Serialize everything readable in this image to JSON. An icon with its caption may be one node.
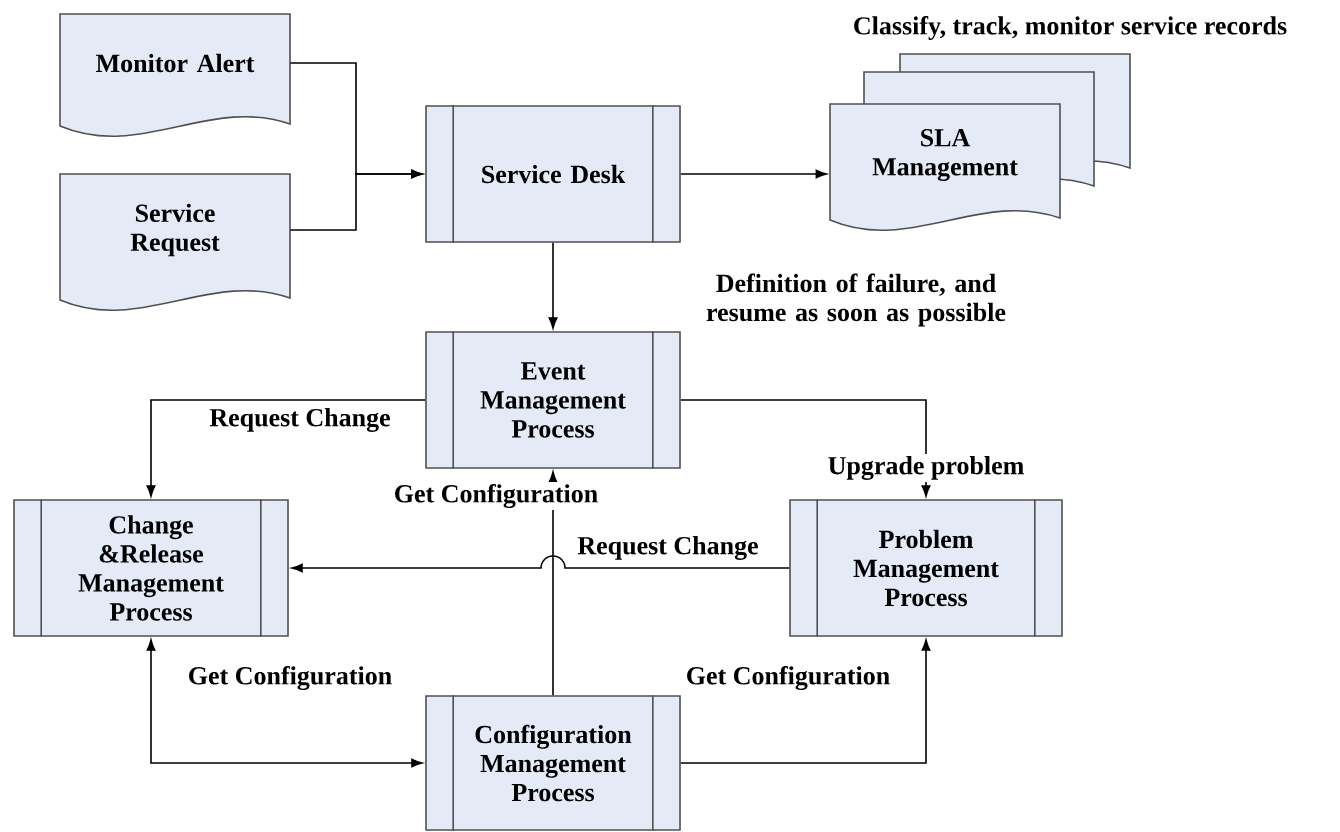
{
  "diagram": {
    "nodes": [
      {
        "text": [
          "Monitor Alert"
        ]
      },
      {
        "text": [
          "Service Request"
        ]
      },
      {
        "text": [
          "Service Desk"
        ]
      },
      {
        "text": [
          "SLA Management"
        ],
        "beside": [
          "Classify, track, monitor service records"
        ]
      },
      {
        "text": [
          "Event Management Process"
        ]
      },
      {
        "text": [
          "Change &Release Management Process"
        ]
      },
      {
        "text": [
          "Problem Management Process"
        ]
      },
      {
        "text": [
          "Configuration Management Process"
        ]
      }
    ],
    "edges": [
      {
        "from": 0,
        "to": 2,
        "arrow": "to"
      },
      {
        "from": 1,
        "to": 2,
        "arrow": "to"
      },
      {
        "from": 2,
        "to": 3,
        "arrow": "to"
      },
      {
        "from": 2,
        "to": 4,
        "arrow": "to"
      },
      {
        "from": 4,
        "to": 5,
        "arrow": "to",
        "label": "Request Change"
      },
      {
        "from": 4,
        "to": 6,
        "arrow": "to",
        "label": "Upgrade problem"
      },
      {
        "from": 7,
        "to": 4,
        "arrow": "to",
        "label": "Get Configuration"
      },
      {
        "from": 6,
        "to": 5,
        "arrow": "to",
        "label": "Request Change"
      },
      {
        "from": 7,
        "to": 5,
        "arrow": "both",
        "label": "Get Configuration"
      },
      {
        "from": 7,
        "to": 6,
        "arrow": "to",
        "label": "Get Configuration"
      }
    ],
    "labels": [
      "Definition of failure, and resume  as soon as possible"
    ]
  }
}
